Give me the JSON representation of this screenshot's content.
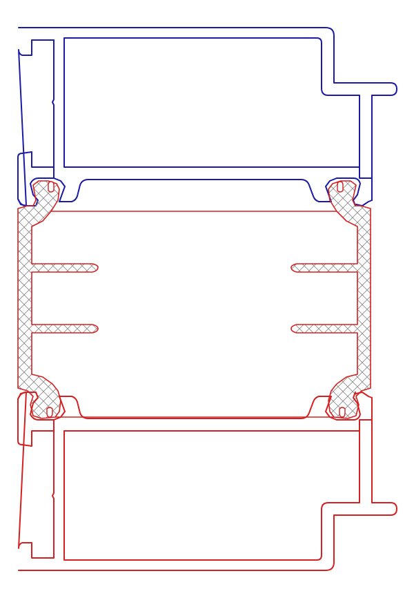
{
  "diagram": {
    "kind": "thermal-break-profile-cross-section",
    "background_color": "#ffffff",
    "colors": {
      "upper_profile": "#1a1aa6",
      "lower_profile": "#d42020",
      "insulation_outline": "#d42020",
      "insulation_hatch": "#8c8c8c"
    },
    "parts": [
      "upper-aluminium-profile",
      "insulating-bar",
      "lower-aluminium-profile"
    ]
  }
}
